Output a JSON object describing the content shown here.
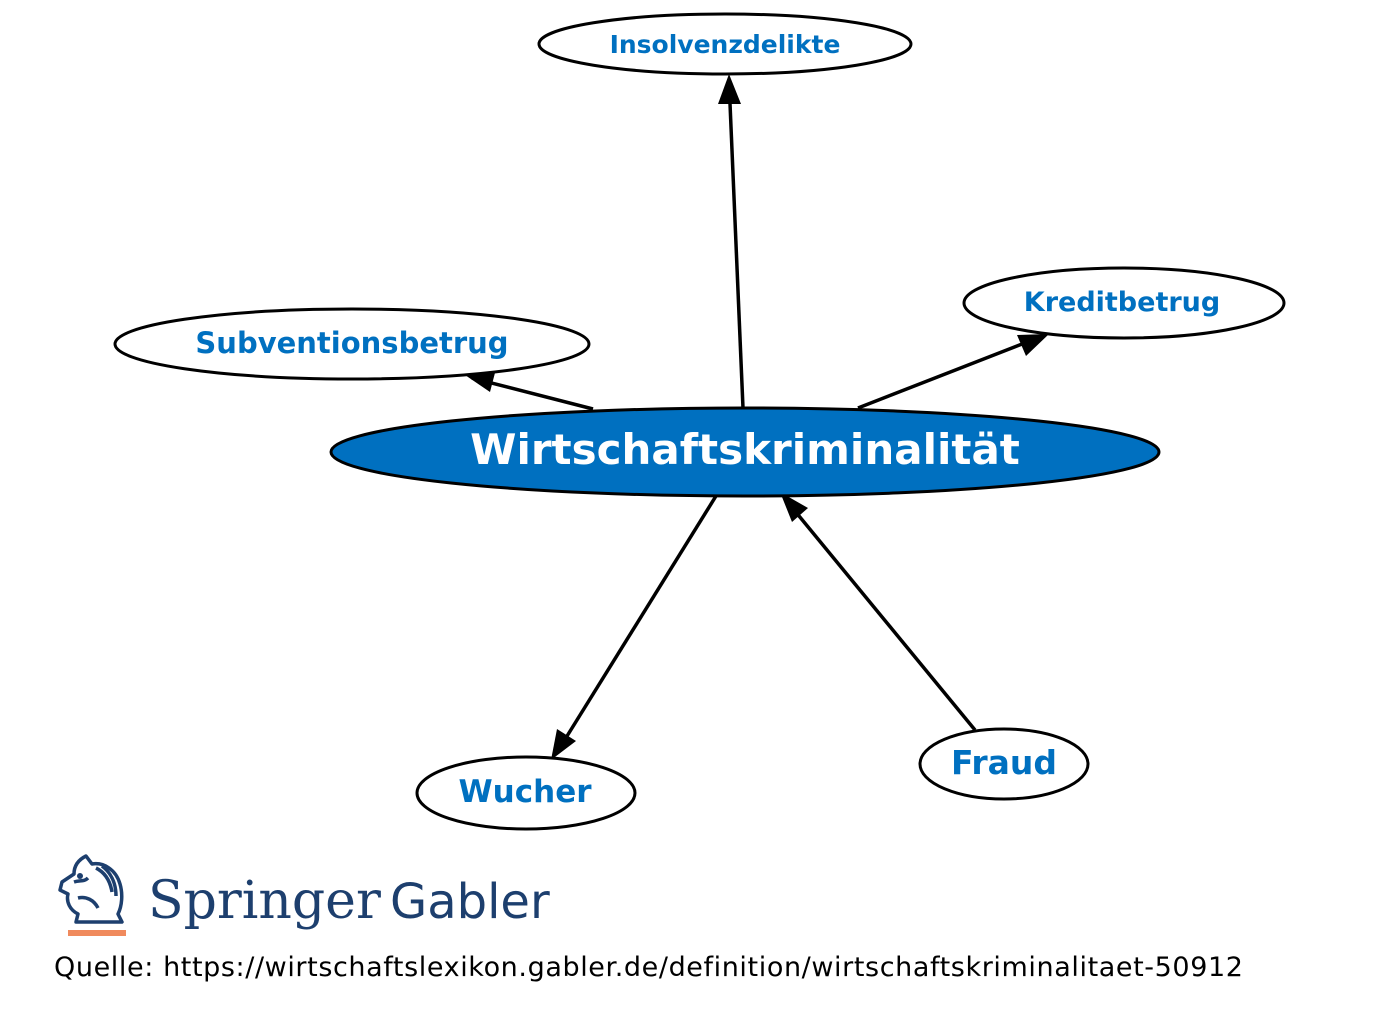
{
  "diagram": {
    "center": {
      "label": "Wirtschaftskriminalität"
    },
    "nodes": {
      "insolvenzdelikte": "Insolvenzdelikte",
      "kreditbetrug": "Kreditbetrug",
      "subventionsbetrug": "Subventionsbetrug",
      "wucher": "Wucher",
      "fraud": "Fraud"
    }
  },
  "brand": {
    "name_primary": "Springer",
    "name_secondary": "Gabler",
    "logo_icon": "knight-horse-icon"
  },
  "footer": {
    "source": "Quelle: https://wirtschaftslexikon.gabler.de/definition/wirtschaftskriminalitaet-50912"
  },
  "colors": {
    "accent": "#0070c0",
    "brand_navy": "#1d3f6e",
    "brand_orange": "#f08a5d"
  }
}
